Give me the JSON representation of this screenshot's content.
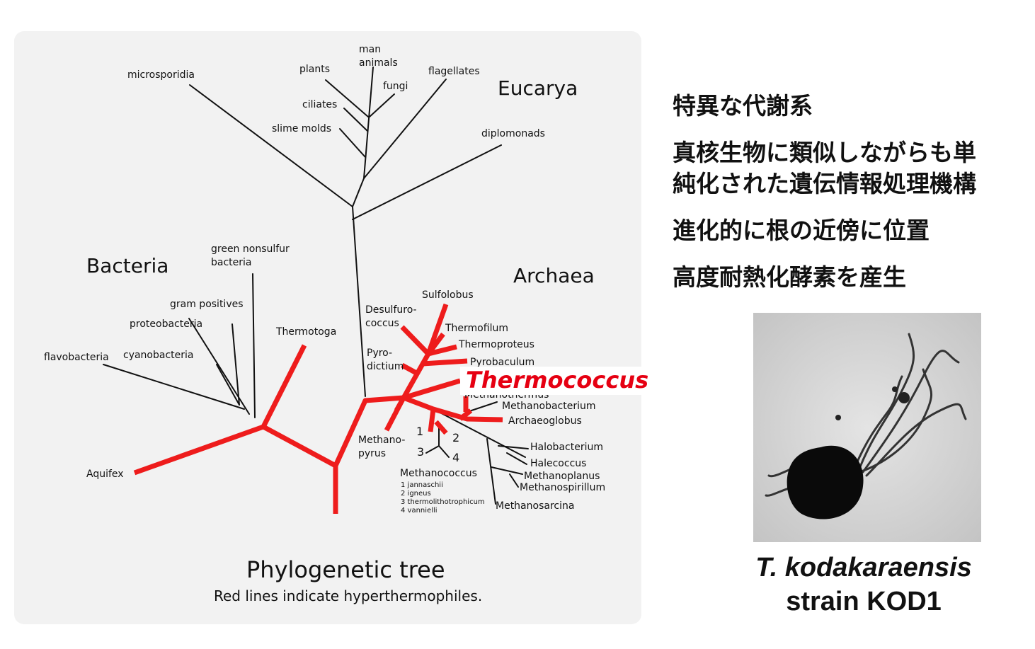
{
  "tree": {
    "domains": {
      "eucarya": "Eucarya",
      "bacteria": "Bacteria",
      "archaea": "Archaea"
    },
    "taxa": {
      "man_animals": "man\nanimals",
      "plants": "plants",
      "fungi": "fungi",
      "flagellates": "flagellates",
      "microsporidia": "microsporidia",
      "ciliates": "ciliates",
      "slime_molds": "slime molds",
      "diplomonads": "diplomonads",
      "green_nonsulfur": "green nonsulfur\nbacteria",
      "gram_positives": "gram positives",
      "proteobacteria": "proteobacteria",
      "thermotoga": "Thermotoga",
      "cyanobacteria": "cyanobacteria",
      "flavobacteria": "flavobacteria",
      "aquifex": "Aquifex",
      "sulfolobus": "Sulfolobus",
      "desulfurococcus": "Desulfuro-\ncoccus",
      "thermofilum": "Thermofilum",
      "thermoproteus": "Thermoproteus",
      "pyrodictium": "Pyro-\ndictium",
      "pyrobaculum": "Pyrobaculum",
      "methanothermus": "Methanothermus",
      "methanobacterium": "Methanobacterium",
      "archaeoglobus": "Archaeoglobus",
      "methanopyrus": "Methano-\npyrus",
      "halobacterium": "Halobacterium",
      "halecoccus": "Halecoccus",
      "methanoplanus": "Methanoplanus",
      "methanospirillum": "Methanospirillum",
      "methanosarcina": "Methanosarcina",
      "methanococcus": "Methanococcus"
    },
    "methanococcus_species": [
      "1 jannaschii",
      "2 igneus",
      "3 thermolithotrophicum",
      "4 vannielli"
    ],
    "methanococcus_numbers": [
      "1",
      "2",
      "3",
      "4"
    ],
    "highlight": "Thermococcus",
    "caption_title": "Phylogenetic tree",
    "caption_note": "Red lines indicate hyperthermophiles.",
    "colors": {
      "hyperthermophile": "#ee1c1c",
      "branch": "#111111",
      "panel": "#f2f2f2"
    }
  },
  "features": [
    "特異な代謝系",
    "真核生物に類似しながらも単\n純化された遺伝情報処理機構",
    "進化的に根の近傍に位置",
    "高度耐熱化酵素を産生"
  ],
  "species": {
    "name": "T. kodakaraensis",
    "strain": "strain KOD1"
  }
}
